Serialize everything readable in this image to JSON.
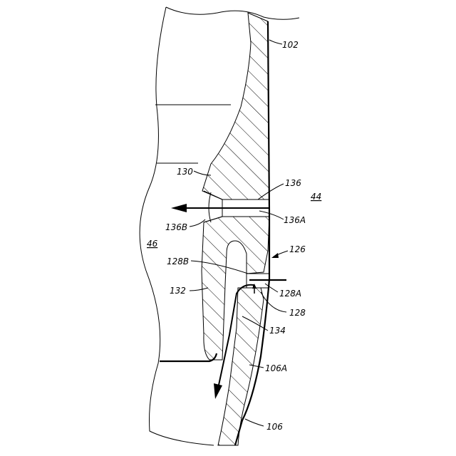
{
  "figure": {
    "labels": {
      "l102": "102",
      "l130": "130",
      "l136": "136",
      "l44": "44",
      "l136A": "136A",
      "l136B": "136B",
      "l46": "46",
      "l126": "126",
      "l128B": "128B",
      "l128A": "128A",
      "l132": "132",
      "l128": "128",
      "l134": "134",
      "l106A": "106A",
      "l106": "106"
    },
    "colors": {
      "line": "#000000",
      "background": "#ffffff"
    }
  }
}
